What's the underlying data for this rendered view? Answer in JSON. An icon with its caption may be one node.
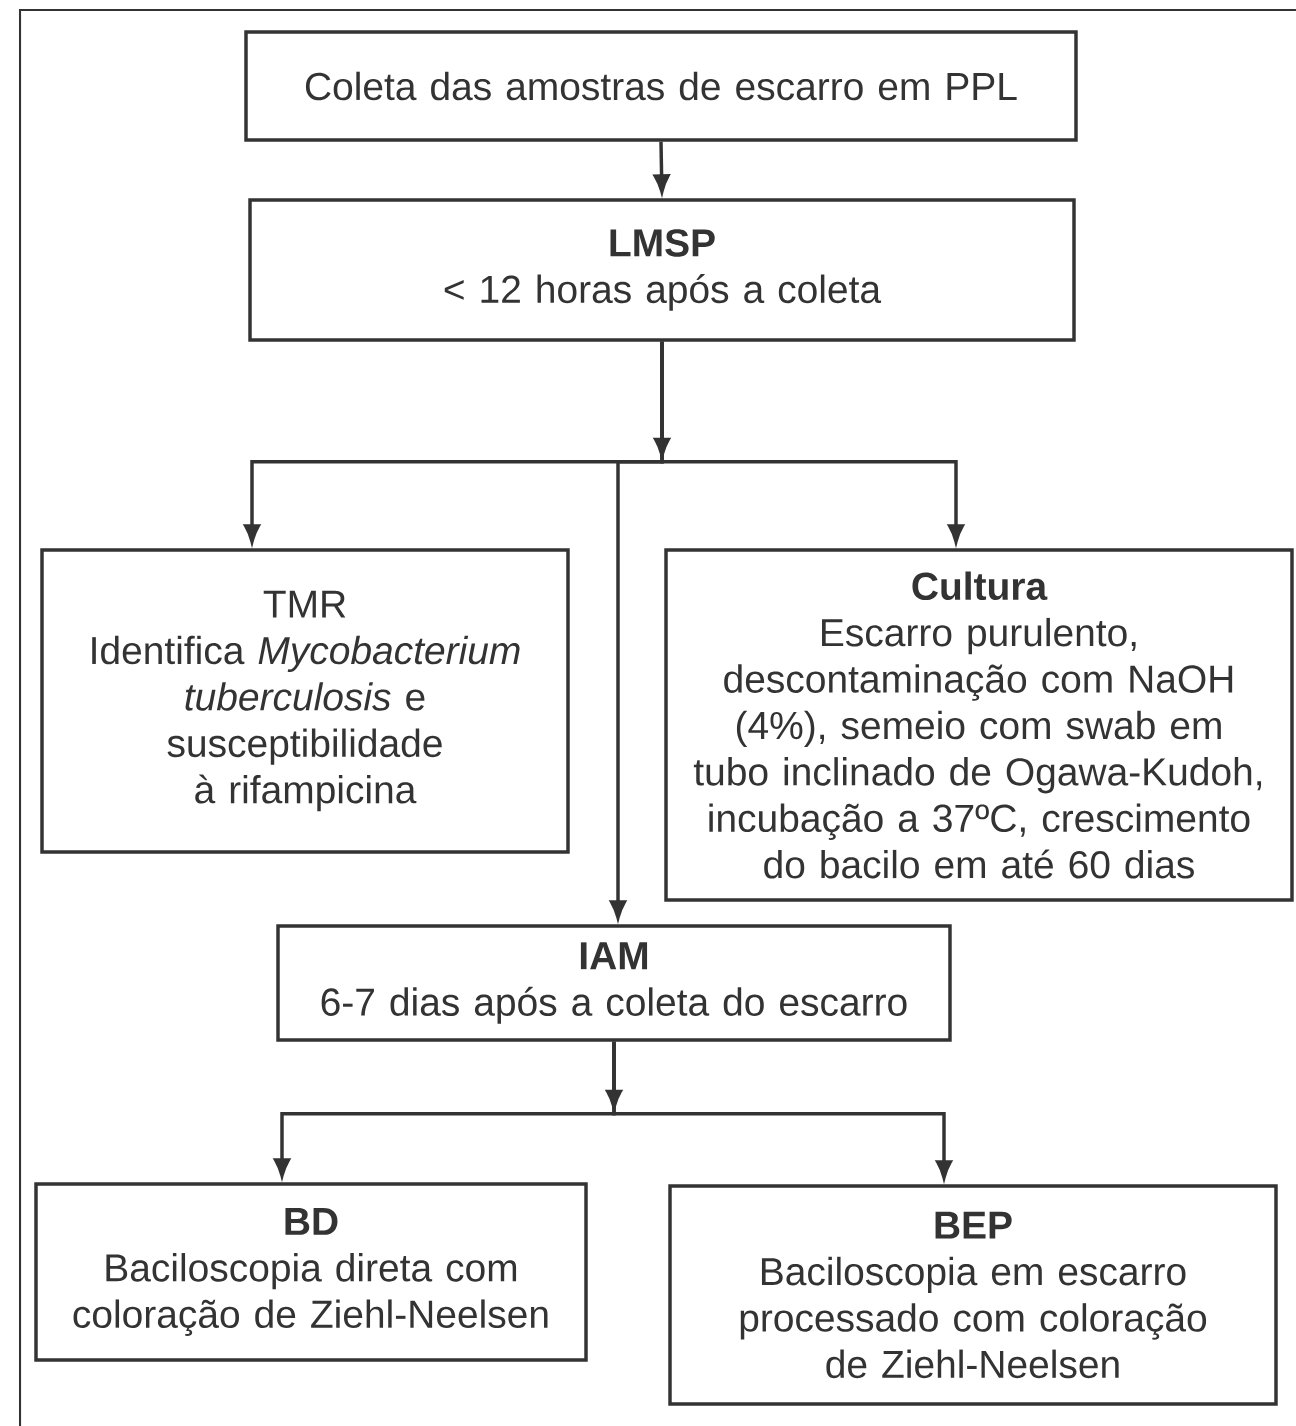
{
  "diagram": {
    "nodes": [
      {
        "text": [
          "Coleta das amostras de escarro em PPL"
        ]
      },
      {
        "text": [
          "LMSP",
          "< 12 horas após a coleta"
        ]
      },
      {
        "text": [
          "TMR",
          "Identifica *Mycobacterium tuberculosis* e susceptibilidade à rifampicina"
        ]
      },
      {
        "text": [
          "Cultura",
          "Escarro purulento, descontaminação com NaOH (4%), semeio com swab em tubo inclinado de Ogawa-Kudoh, incubação a 37ºC, crescimento do bacilo em até 60 dias"
        ]
      },
      {
        "text": [
          "IAM",
          "6-7 dias após a coleta do escarro"
        ]
      },
      {
        "text": [
          "BD",
          "Baciloscopia direta com coloração de Ziehl-Neelsen"
        ]
      },
      {
        "text": [
          "BEP",
          "Baciloscopia em escarro processado com coloração de Ziehl-Neelsen"
        ]
      }
    ],
    "edges": [
      {
        "from": 0,
        "to": 1,
        "arrow": "to"
      },
      {
        "from": 1,
        "to": 2,
        "arrow": "to"
      },
      {
        "from": 1,
        "to": 3,
        "arrow": "to"
      },
      {
        "from": 1,
        "to": 4,
        "arrow": "to"
      },
      {
        "from": 4,
        "to": 5,
        "arrow": "to"
      },
      {
        "from": 4,
        "to": 6,
        "arrow": "to"
      }
    ]
  }
}
